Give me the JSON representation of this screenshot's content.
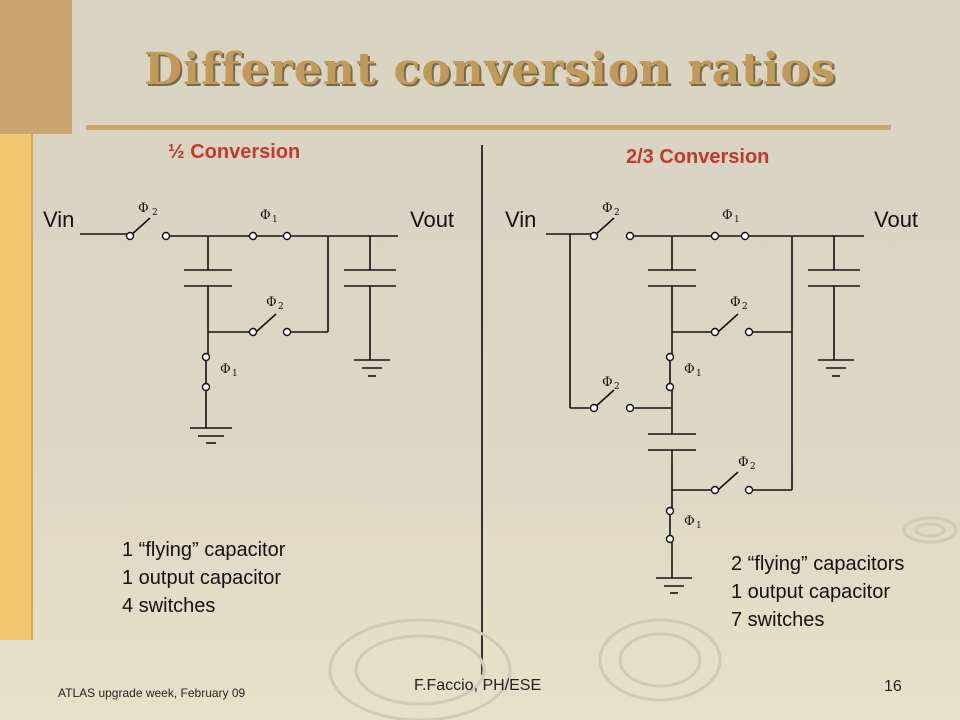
{
  "title": "Different conversion ratios",
  "left": {
    "heading": "½ Conversion",
    "vin": "Vin",
    "vout": "Vout",
    "notes": [
      "1 “flying” capacitor",
      "1 output capacitor",
      "4 switches"
    ],
    "switch_labels": [
      {
        "phase": "Φ",
        "sub": "2"
      },
      {
        "phase": "Φ",
        "sub": "1"
      },
      {
        "phase": "Φ",
        "sub": "2"
      },
      {
        "phase": "Φ",
        "sub": "1"
      }
    ]
  },
  "right": {
    "heading": "2/3 Conversion",
    "vin": "Vin",
    "vout": "Vout",
    "notes": [
      "2 “flying” capacitors",
      "1 output capacitor",
      "7 switches"
    ],
    "switch_labels": [
      {
        "phase": "Φ",
        "sub": "2"
      },
      {
        "phase": "Φ",
        "sub": "1"
      },
      {
        "phase": "Φ",
        "sub": "2"
      },
      {
        "phase": "Φ",
        "sub": "1"
      },
      {
        "phase": "Φ",
        "sub": "2"
      },
      {
        "phase": "Φ",
        "sub": "2"
      },
      {
        "phase": "Φ",
        "sub": "1"
      }
    ]
  },
  "footer": {
    "event": "ATLAS upgrade week, February 09",
    "author": "F.Faccio, PH/ESE",
    "page": "16"
  },
  "colors": {
    "heading": "#c0392b",
    "title": "#bf9a5a",
    "accent_strip": "#f0c66e",
    "corner": "#c9a46e"
  }
}
